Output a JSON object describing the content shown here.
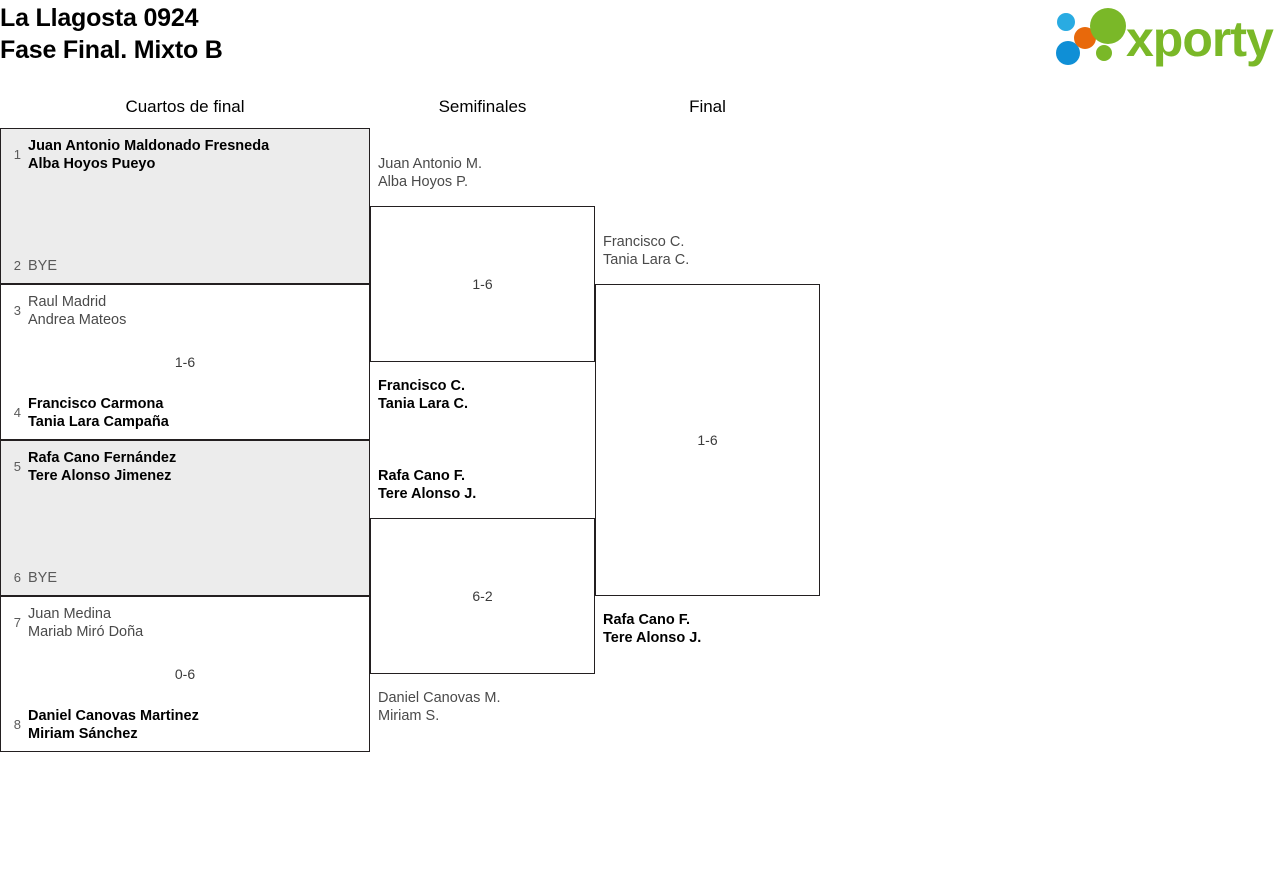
{
  "header": {
    "title_line_1": "La Llagosta 0924",
    "title_line_2": "Fase Final. Mixto B",
    "logo_text": "xporty",
    "logo_colors": {
      "green": "#7ab828",
      "orange": "#e8690b",
      "blue_light": "#29abe2",
      "blue_dark": "#0f8fd6"
    }
  },
  "rounds": [
    {
      "label": "Cuartos de final"
    },
    {
      "label": "Semifinales"
    },
    {
      "label": "Final"
    }
  ],
  "matches": {
    "qf1": {
      "shaded": true,
      "top": {
        "seed": "1",
        "line1": "Juan Antonio Maldonado Fresneda",
        "line2": "Alba Hoyos Pueyo",
        "state": "winner"
      },
      "bottom": {
        "seed": "2",
        "line1": "BYE",
        "line2": "",
        "state": "bye"
      },
      "score": ""
    },
    "qf2": {
      "shaded": false,
      "top": {
        "seed": "3",
        "line1": "Raul Madrid",
        "line2": "Andrea Mateos",
        "state": "loser"
      },
      "bottom": {
        "seed": "4",
        "line1": "Francisco Carmona",
        "line2": "Tania Lara Campaña",
        "state": "winner"
      },
      "score": "1-6"
    },
    "qf3": {
      "shaded": true,
      "top": {
        "seed": "5",
        "line1": "Rafa Cano Fernández",
        "line2": "Tere Alonso Jimenez",
        "state": "winner"
      },
      "bottom": {
        "seed": "6",
        "line1": "BYE",
        "line2": "",
        "state": "bye"
      },
      "score": ""
    },
    "qf4": {
      "shaded": false,
      "top": {
        "seed": "7",
        "line1": "Juan Medina",
        "line2": "Mariab Miró Doña",
        "state": "loser"
      },
      "bottom": {
        "seed": "8",
        "line1": "Daniel Canovas Martinez",
        "line2": "Miriam Sánchez",
        "state": "winner"
      },
      "score": "0-6"
    },
    "sf1": {
      "top": {
        "line1": "Juan Antonio M.",
        "line2": "Alba Hoyos P.",
        "state": "loser"
      },
      "bottom": {
        "line1": "Francisco C.",
        "line2": "Tania Lara C.",
        "state": "winner"
      },
      "score": "1-6"
    },
    "sf2": {
      "top": {
        "line1": "Rafa Cano F.",
        "line2": "Tere Alonso J.",
        "state": "winner"
      },
      "bottom": {
        "line1": "Daniel Canovas M.",
        "line2": "Miriam S.",
        "state": "loser"
      },
      "score": "6-2"
    },
    "final": {
      "top": {
        "line1": "Francisco C.",
        "line2": "Tania Lara C.",
        "state": "loser"
      },
      "bottom": {
        "line1": "Rafa Cano F.",
        "line2": "Tere Alonso J.",
        "state": "winner"
      },
      "score": "1-6"
    }
  }
}
